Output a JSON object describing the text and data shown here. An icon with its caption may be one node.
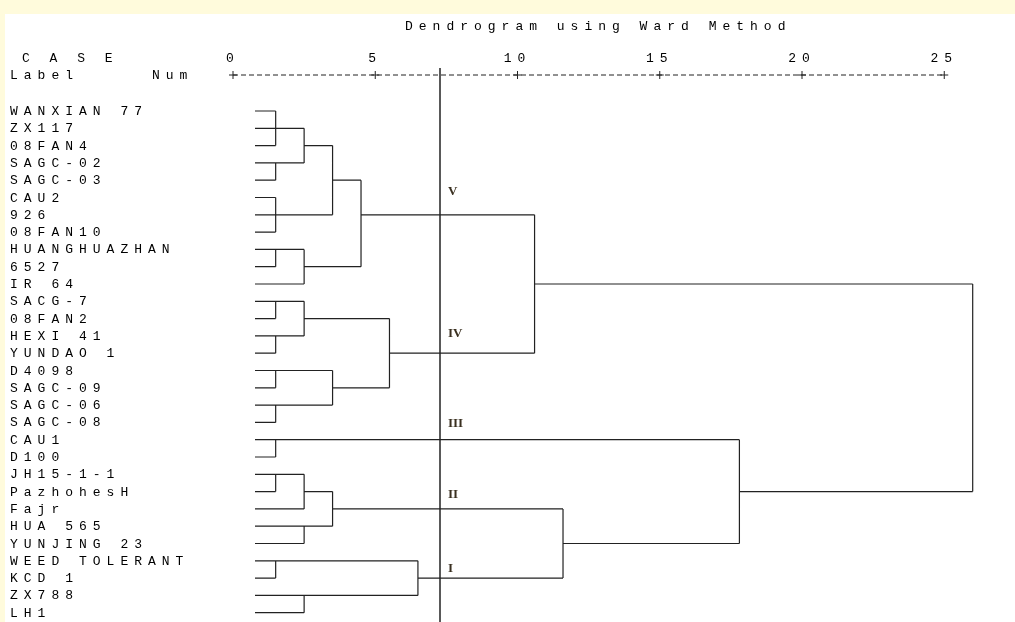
{
  "diagram": {
    "title": "Dendrogram using Ward Method",
    "labels": [
      "C A S E",
      "0",
      "5",
      "10",
      "15",
      "20",
      "25",
      "Label",
      "Num",
      "WANXIAN 77",
      "ZX117",
      "08FAN4",
      "SAGC-02",
      "SAGC-03",
      "CAU2",
      "926",
      "08FAN10",
      "HUANGHUAZHAN",
      "6527",
      "IR 64",
      "SACG-7",
      "08FAN2",
      "HEXI 41",
      "YUNDAO 1",
      "D4098",
      "SAGC-09",
      "SAGC-06",
      "SAGC-08",
      "CAU1",
      "D100",
      "JH15-1-1",
      "PazhohesH",
      "Fajr",
      "HUA 565",
      "YUNJING 23",
      "WEED TOLERANT",
      "KCD 1",
      "ZX788",
      "LH1",
      "V",
      "IV",
      "III",
      "II",
      "I"
    ]
  }
}
